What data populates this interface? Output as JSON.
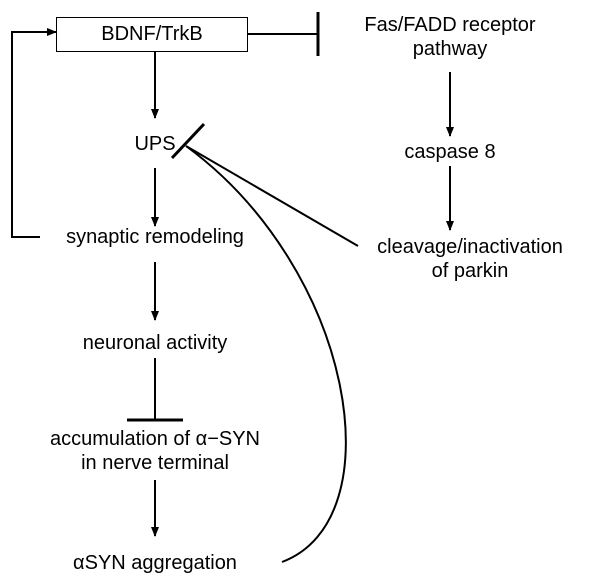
{
  "nodes": {
    "bdnf_trkb": "BDNF/TrkB",
    "fas_fadd_line1": "Fas/FADD receptor",
    "fas_fadd_line2": "pathway",
    "ups": "UPS",
    "caspase8": "caspase 8",
    "synaptic_remodeling": "synaptic remodeling",
    "cleavage_line1": "cleavage/inactivation",
    "cleavage_line2": "of parkin",
    "neuronal_activity": "neuronal activity",
    "accumulation_line1": "accumulation of α−SYN",
    "accumulation_line2": "in nerve terminal",
    "asyn_aggregation": "αSYN aggregation"
  },
  "colors": {
    "stroke": "#000000",
    "background": "#ffffff"
  }
}
